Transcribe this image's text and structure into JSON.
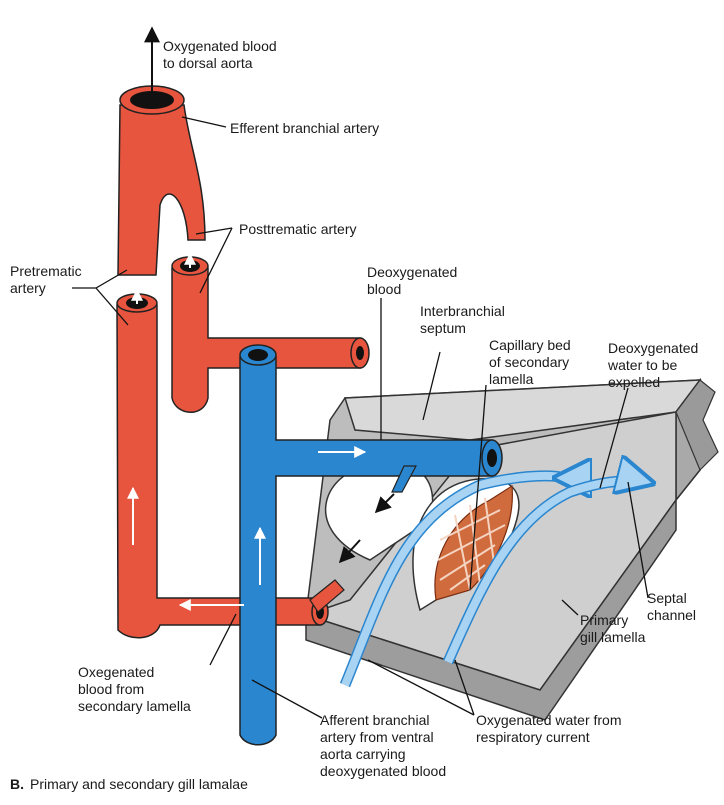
{
  "caption": {
    "letter": "B.",
    "text": "Primary and secondary gill lamalae"
  },
  "labels": {
    "oxygenated_to_aorta": [
      "Oxygenated blood",
      "to dorsal aorta"
    ],
    "efferent_branchial": [
      "Efferent branchial artery"
    ],
    "posttrematic": [
      "Posttrematic artery"
    ],
    "pretrematic": [
      "Pretrematic",
      "artery"
    ],
    "deoxygenated_blood": [
      "Deoxygenated",
      "blood"
    ],
    "interbranchial": [
      "Interbranchial",
      "septum"
    ],
    "capillary_bed": [
      "Capillary bed",
      "of secondary",
      "lamella"
    ],
    "deoxygenated_water": [
      "Deoxygenated",
      "water to be",
      "expelled"
    ],
    "septal_channel": [
      "Septal",
      "channel"
    ],
    "primary_lamella": [
      "Primary",
      "gill lamella"
    ],
    "oxegenated_from_secondary": [
      "Oxegenated",
      "blood  from",
      "secondary lamella"
    ],
    "afferent_branchial": [
      "Afferent branchial",
      "artery from ventral",
      "aorta carrying",
      "deoxygenated blood"
    ],
    "oxygenated_water": [
      "Oxygenated water from",
      "respiratory current"
    ]
  },
  "colors": {
    "oxygenated_vessel": "#e8553f",
    "deoxygenated_vessel": "#2a86cf",
    "water_current": "#a9d3f2",
    "septum_gray": "#c9c9c9",
    "capillary": "#c0582b"
  }
}
